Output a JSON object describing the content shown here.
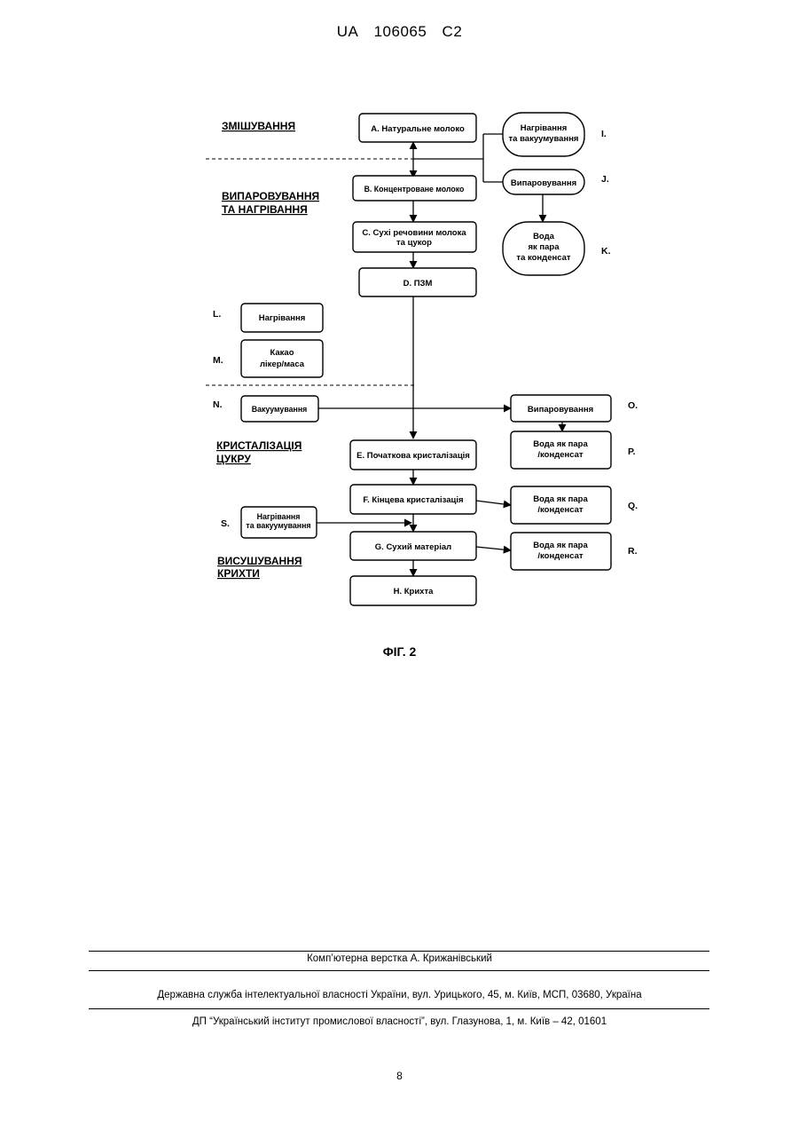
{
  "header": {
    "country": "UA",
    "number": "106065",
    "kind": "C2"
  },
  "stages": {
    "mixing": [
      "ЗМІШУВАННЯ"
    ],
    "evaporation": [
      "ВИПАРОВУВАННЯ",
      "ТА НАГРІВАННЯ"
    ],
    "crystallization": [
      "КРИСТАЛІЗАЦІЯ",
      "ЦУКРУ"
    ],
    "drying": [
      "ВИСУШУВАННЯ",
      "КРИХТИ"
    ]
  },
  "boxes": {
    "A": [
      "A. Натуральне молоко"
    ],
    "B": [
      "B. Концентроване молоко"
    ],
    "C": [
      "C. Сухі речовини молока",
      "та цукор"
    ],
    "D": [
      "D. ПЗМ"
    ],
    "E": [
      "E. Початкова кристалізація"
    ],
    "F": [
      "F. Кінцева кристалізація"
    ],
    "G": [
      "G. Сухий матеріал"
    ],
    "H": [
      "H. Крихта"
    ],
    "I": [
      "Нагрівання",
      "та вакуумування"
    ],
    "J": [
      "Випаровування"
    ],
    "K": [
      "Вода",
      "як пара",
      "та конденсат"
    ],
    "L": [
      "Нагрівання"
    ],
    "M": [
      "Какао",
      "лікер/маса"
    ],
    "N": [
      "Вакуумування"
    ],
    "O": [
      "Випаровування"
    ],
    "P": [
      "Вода як пара",
      "/конденсат"
    ],
    "Q": [
      "Вода як пара",
      "/конденсат"
    ],
    "R": [
      "Вода як пара",
      "/конденсат"
    ],
    "S": [
      "Нагрівання",
      "та вакуумування"
    ]
  },
  "side_labels": {
    "I": "I.",
    "J": "J.",
    "K": "K.",
    "L": "L.",
    "M": "M.",
    "N": "N.",
    "O": "O.",
    "P": "P.",
    "Q": "Q.",
    "R": "R.",
    "S": "S."
  },
  "figure_caption": "ФІГ. 2",
  "footer": {
    "layout": "Комп’ютерна верстка А. Крижанівський",
    "office": "Державна служба інтелектуальної власності України, вул. Урицького, 45, м. Київ, МСП, 03680, Україна",
    "institute": "ДП “Український інститут промислової власності”, вул. Глазунова, 1, м. Київ – 42, 01601"
  },
  "page_number": "8"
}
